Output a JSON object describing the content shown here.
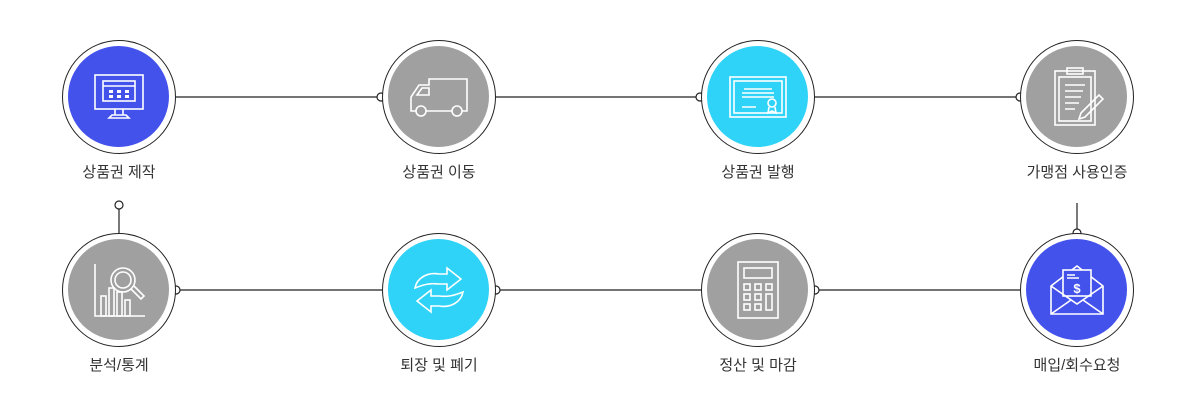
{
  "colors": {
    "blue": "#4452ec",
    "gray": "#a0a0a0",
    "cyan": "#2fd3f7"
  },
  "steps": [
    {
      "label": "상품권 제작",
      "icon": "monitor-icon",
      "color": "blue"
    },
    {
      "label": "상품권 이동",
      "icon": "truck-icon",
      "color": "gray"
    },
    {
      "label": "상품권 발행",
      "icon": "certificate-icon",
      "color": "cyan"
    },
    {
      "label": "가맹점 사용인증",
      "icon": "clipboard-pen-icon",
      "color": "gray"
    },
    {
      "label": "매입/회수요청",
      "icon": "envelope-dollar-icon",
      "color": "blue"
    },
    {
      "label": "정산 및 마감",
      "icon": "calculator-icon",
      "color": "gray"
    },
    {
      "label": "퇴장 및 폐기",
      "icon": "refresh-arrows-icon",
      "color": "cyan"
    },
    {
      "label": "분석/통계",
      "icon": "chart-magnifier-icon",
      "color": "gray"
    }
  ]
}
